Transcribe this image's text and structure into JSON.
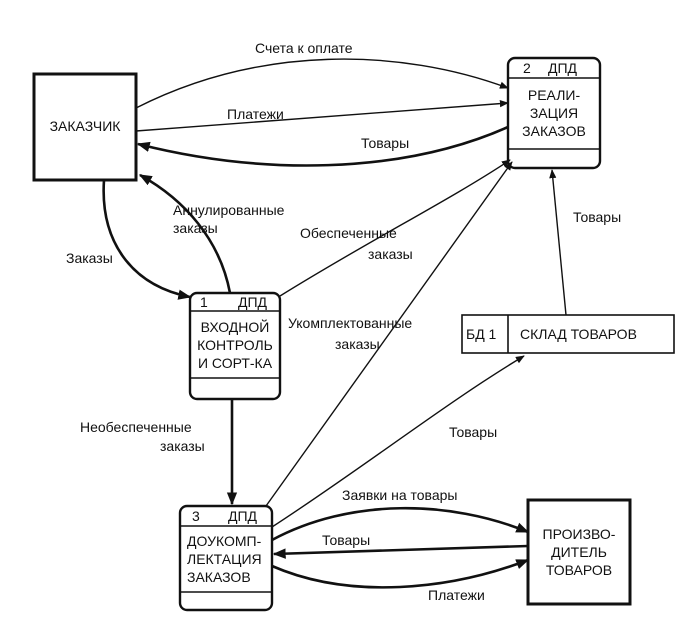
{
  "entities": {
    "customer": "ЗАКАЗЧИК",
    "producer": [
      "ПРОИЗВО-",
      "ДИТЕЛЬ",
      "ТОВАРОВ"
    ]
  },
  "processes": {
    "p1": {
      "num": "1",
      "tag": "ДПД",
      "name": [
        "ВХОДНОЙ",
        "КОНТРОЛЬ",
        "И СОРТ-КА"
      ]
    },
    "p2": {
      "num": "2",
      "tag": "ДПД",
      "name": [
        "РЕАЛИ-",
        "ЗАЦИЯ",
        "ЗАКАЗОВ"
      ]
    },
    "p3": {
      "num": "3",
      "tag": "ДПД",
      "name": [
        "ДОУКОМП-",
        "ЛЕКТАЦИЯ",
        "ЗАКАЗОВ"
      ]
    }
  },
  "store": {
    "id": "БД 1",
    "name": "СКЛАД ТОВАРОВ"
  },
  "flows": {
    "invoices": "Счета к оплате",
    "payments_top": "Платежи",
    "goods_to_customer": "Товары",
    "cancelled": [
      "Аннулированные",
      "заказы"
    ],
    "orders": "Заказы",
    "secured": [
      "Обеспеченные",
      "заказы"
    ],
    "completed": [
      "Укомплектованные",
      "заказы"
    ],
    "unsecured": [
      "Необеспеченные",
      "заказы"
    ],
    "goods_from_store": "Товары",
    "goods_to_store": "Товары",
    "requests": "Заявки на товары",
    "goods_from_producer": "Товары",
    "payments_bottom": "Платежи"
  }
}
